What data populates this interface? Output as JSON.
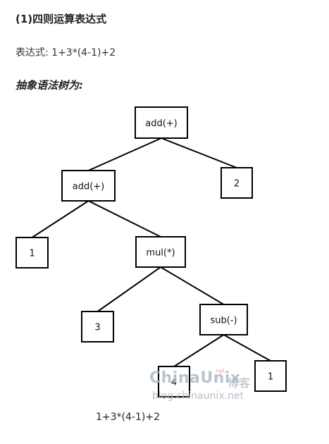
{
  "heading": "(1)四则运算表达式",
  "expression_line": "表达式: 1+3*(4-1)+2",
  "ast_label": "抽象语法树为:",
  "tree": {
    "nodes": [
      {
        "id": "n_root",
        "label": "add(+)"
      },
      {
        "id": "n_add2",
        "label": "add(+)"
      },
      {
        "id": "n_two",
        "label": "2"
      },
      {
        "id": "n_one_left",
        "label": "1"
      },
      {
        "id": "n_mul",
        "label": "mul(*)"
      },
      {
        "id": "n_three",
        "label": "3"
      },
      {
        "id": "n_sub",
        "label": "sub(-)"
      },
      {
        "id": "n_four",
        "label": "4"
      },
      {
        "id": "n_one_right",
        "label": "1"
      }
    ],
    "edges": [
      [
        "n_root",
        "n_add2"
      ],
      [
        "n_root",
        "n_two"
      ],
      [
        "n_add2",
        "n_one_left"
      ],
      [
        "n_add2",
        "n_mul"
      ],
      [
        "n_mul",
        "n_three"
      ],
      [
        "n_mul",
        "n_sub"
      ],
      [
        "n_sub",
        "n_four"
      ],
      [
        "n_sub",
        "n_one_right"
      ]
    ]
  },
  "watermark": {
    "brand": "ChinaUnix",
    "superscript": "net",
    "chinese": "博客",
    "url": "blog.chinaunix.net"
  },
  "caption": "1+3*(4-1)+2"
}
